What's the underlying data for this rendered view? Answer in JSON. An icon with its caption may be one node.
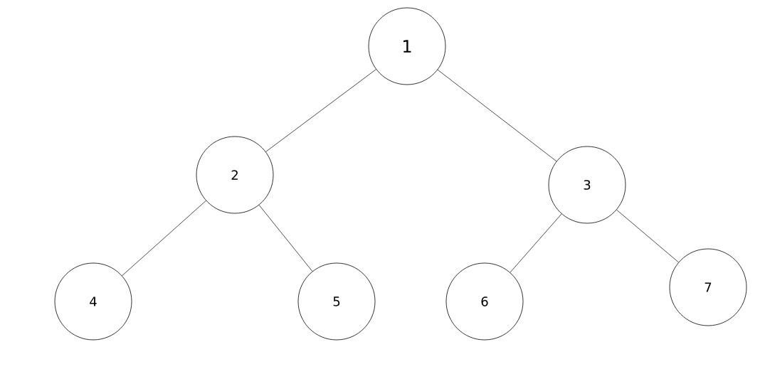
{
  "diagram": {
    "nodes": [
      {
        "text": [
          "1"
        ]
      },
      {
        "text": [
          "2"
        ]
      },
      {
        "text": [
          "3"
        ]
      },
      {
        "text": [
          "4"
        ]
      },
      {
        "text": [
          "5"
        ]
      },
      {
        "text": [
          "6"
        ]
      },
      {
        "text": [
          "7"
        ]
      }
    ],
    "edges": [
      {
        "from": 0,
        "to": 1,
        "arrow": "none"
      },
      {
        "from": 0,
        "to": 2,
        "arrow": "none"
      },
      {
        "from": 1,
        "to": 3,
        "arrow": "none"
      },
      {
        "from": 1,
        "to": 4,
        "arrow": "none"
      },
      {
        "from": 2,
        "to": 5,
        "arrow": "none"
      },
      {
        "from": 2,
        "to": 6,
        "arrow": "none"
      }
    ]
  }
}
